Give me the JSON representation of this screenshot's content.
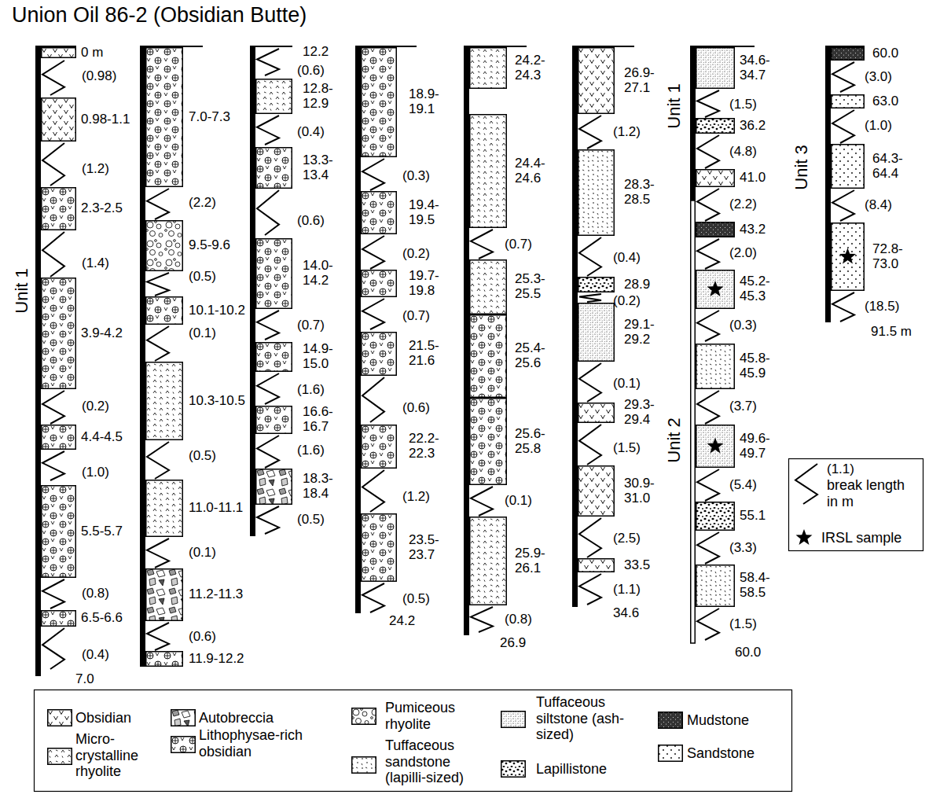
{
  "diagram": {
    "title": "Union Oil 86-2 (Obsidian Butte)",
    "nodes": [
      {
        "text": [
          "0 m"
        ]
      },
      {
        "text": [
          "0.98-1.1"
        ]
      },
      {
        "text": [
          "2.3-2.5"
        ]
      },
      {
        "text": [
          "3.9-4.2"
        ]
      },
      {
        "text": [
          "4.4-4.5"
        ]
      },
      {
        "text": [
          "5.5-5.7"
        ]
      },
      {
        "text": [
          "6.5-6.6"
        ]
      },
      {
        "text": [
          "7.0-7.3"
        ]
      },
      {
        "text": [
          "9.5-9.6"
        ]
      },
      {
        "text": [
          "10.1-10.2"
        ]
      },
      {
        "text": [
          "10.3-10.5"
        ]
      },
      {
        "text": [
          "11.0-11.1"
        ]
      },
      {
        "text": [
          "11.2-11.3"
        ]
      },
      {
        "text": [
          "11.9-12.2"
        ]
      },
      {
        "text": [
          "12.8- 12.9"
        ]
      },
      {
        "text": [
          "13.3- 13.4"
        ]
      },
      {
        "text": [
          "14.0- 14.2"
        ]
      },
      {
        "text": [
          "14.9- 15.0"
        ]
      },
      {
        "text": [
          "16.6- 16.7"
        ]
      },
      {
        "text": [
          "18.3- 18.4"
        ]
      },
      {
        "text": [
          "18.9- 19.1"
        ]
      },
      {
        "text": [
          "19.4- 19.5"
        ]
      },
      {
        "text": [
          "19.7- 19.8"
        ]
      },
      {
        "text": [
          "21.5- 21.6"
        ]
      },
      {
        "text": [
          "22.2- 22.3"
        ]
      },
      {
        "text": [
          "23.5- 23.7"
        ]
      },
      {
        "text": [
          "24.2- 24.3"
        ]
      },
      {
        "text": [
          "24.4- 24.6"
        ]
      },
      {
        "text": [
          "25.3- 25.5"
        ]
      },
      {
        "text": [
          "25.4- 25.6"
        ]
      },
      {
        "text": [
          "25.6- 25.8"
        ]
      },
      {
        "text": [
          "25.9- 26.1"
        ]
      },
      {
        "text": [
          "26.9- 27.1"
        ]
      },
      {
        "text": [
          "28.3- 28.5"
        ]
      },
      {
        "text": [
          "28.9"
        ]
      },
      {
        "text": [
          "29.1- 29.2"
        ]
      },
      {
        "text": [
          "29.3- 29.4"
        ]
      },
      {
        "text": [
          "30.9- 31.0"
        ]
      },
      {
        "text": [
          "33.5"
        ]
      },
      {
        "text": [
          "34.6- 34.7"
        ]
      },
      {
        "text": [
          "36.2"
        ]
      },
      {
        "text": [
          "41.0"
        ]
      },
      {
        "text": [
          "43.2"
        ]
      },
      {
        "text": [
          "45.2- 45.3"
        ]
      },
      {
        "text": [
          "45.8- 45.9"
        ]
      },
      {
        "text": [
          "49.6- 49.7"
        ]
      },
      {
        "text": [
          "55.1"
        ]
      },
      {
        "text": [
          "58.4- 58.5"
        ]
      },
      {
        "text": [
          "60.0"
        ]
      },
      {
        "text": [
          "63.0"
        ]
      },
      {
        "text": [
          "64.3- 64.4"
        ]
      },
      {
        "text": [
          "72.8- 73.0"
        ]
      }
    ],
    "labels": [
      "Unit 1",
      "(0.98)",
      "(1.2)",
      "(1.4)",
      "(0.2)",
      "(1.0)",
      "(0.8)",
      "(0.4)",
      "7.0",
      "(2.2)",
      "(0.5)",
      "(0.1)",
      "(0.5)",
      "(0.1)",
      "(0.6)",
      "12.2",
      "(0.6)",
      "(0.4)",
      "(0.6)",
      "(0.7)",
      "(1.6)",
      "(1.6)",
      "(0.5)",
      "(0.3)",
      "(0.2)",
      "(0.7)",
      "(0.6)",
      "(1.2)",
      "(0.5)",
      "24.2",
      "(0.7)",
      "(0.1)",
      "(0.8)",
      "26.9",
      "(1.2)",
      "(0.4)",
      "(0.2)",
      "(0.1)",
      "(1.5)",
      "(2.5)",
      "(1.1)",
      "34.6",
      "Unit 1",
      "Unit 2",
      "(1.5)",
      "(4.8)",
      "(2.2)",
      "(2.0)",
      "(0.3)",
      "(3.7)",
      "(5.4)",
      "(3.3)",
      "(1.5)",
      "60.0",
      "Unit 3",
      "(3.0)",
      "(1.0)",
      "(8.4)",
      "(18.5)",
      "91.5 m",
      "(1.1)"
    ],
    "legend": [
      {
        "text": "Obsidian"
      },
      {
        "text": "Micro- crystalline rhyolite"
      },
      {
        "text": "Autobreccia"
      },
      {
        "text": "Lithophysae-rich obsidian"
      },
      {
        "text": "Pumiceous rhyolite"
      },
      {
        "text": "Tuffaceous sandstone (lapilli-sized)"
      },
      {
        "text": "Tuffaceous siltstone (ash-sized)"
      },
      {
        "text": "Lapillistone"
      },
      {
        "text": "Mudstone"
      },
      {
        "text": "Sandstone"
      },
      {
        "text": "break length in m"
      },
      {
        "text": "IRSL sample"
      }
    ]
  }
}
